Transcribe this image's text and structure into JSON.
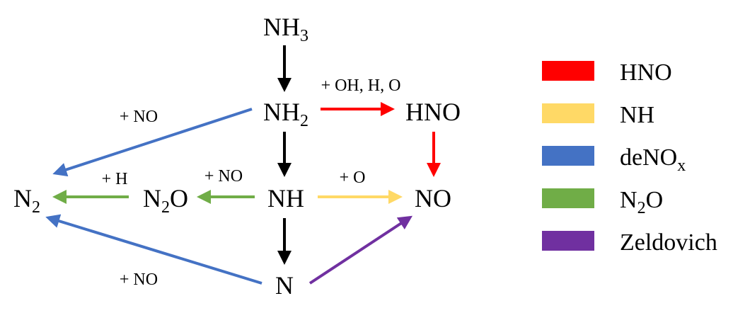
{
  "species": {
    "nh3": {
      "base": "NH",
      "sub": "3",
      "tail": ""
    },
    "nh2": {
      "base": "NH",
      "sub": "2",
      "tail": ""
    },
    "hno": {
      "base": "HNO",
      "sub": "",
      "tail": ""
    },
    "nh": {
      "base": "NH",
      "sub": "",
      "tail": ""
    },
    "no": {
      "base": "NO",
      "sub": "",
      "tail": ""
    },
    "n2o": {
      "base": "N",
      "sub": "2",
      "tail": "O"
    },
    "n2": {
      "base": "N",
      "sub": "2",
      "tail": ""
    },
    "n": {
      "base": "N",
      "sub": "",
      "tail": ""
    }
  },
  "edge_labels": {
    "oh_h_o": "+ OH, H, O",
    "no_top": "+ NO",
    "h": "+ H",
    "no_mid": "+ NO",
    "o": "+ O",
    "no_bottom": "+ NO"
  },
  "legend": [
    {
      "key": "hno",
      "base": "HNO",
      "sub": "",
      "tail": "",
      "color": "#ff0000"
    },
    {
      "key": "nh",
      "base": "NH",
      "sub": "",
      "tail": "",
      "color": "#ffd966"
    },
    {
      "key": "denox",
      "base": "deNO",
      "sub": "x",
      "tail": "",
      "color": "#4472c4"
    },
    {
      "key": "n2o",
      "base": "N",
      "sub": "2",
      "tail": "O",
      "color": "#70ad47"
    },
    {
      "key": "zeldovich",
      "base": "Zeldovich",
      "sub": "",
      "tail": "",
      "color": "#7030a0"
    }
  ],
  "colors": {
    "main": "#000000",
    "hno": "#ff0000",
    "nh": "#ffd966",
    "denox": "#4472c4",
    "n2o": "#70ad47",
    "zeldovich": "#7030a0"
  }
}
